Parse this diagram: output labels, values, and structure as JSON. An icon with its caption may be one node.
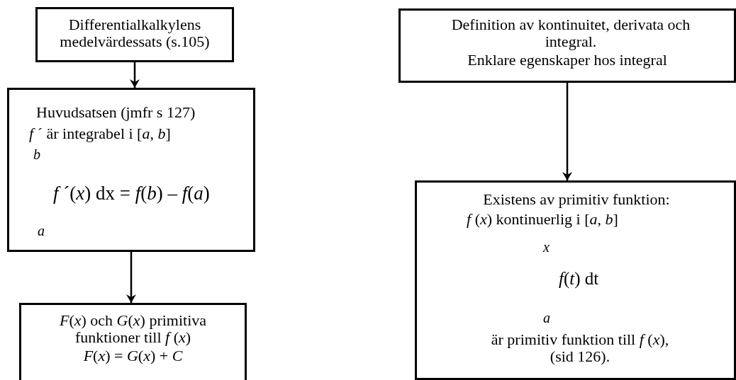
{
  "diagram": {
    "nodes": [
      {
        "text": [
          "Differentialkalkylens medelvärdessats (s.105)"
        ]
      },
      {
        "text": [
          "Huvudsatsen (jmfr s 127)",
          "*f* ´ är integrabel i [*a*, *b*]",
          "b",
          "*f* ´(*x*) dx = *f*(*b*) – *f*(*a*)",
          "a"
        ]
      },
      {
        "text": [
          "*F*(*x*) och *G*(*x*)  primitiva funktioner till *f* (*x*)",
          "*F*(*x*) = *G*(*x*) + *C*"
        ]
      },
      {
        "text": [
          "Definition av kontinuitet, derivata och integral.",
          "Enklare egenskaper hos integral"
        ]
      },
      {
        "text": [
          "Existens av primitiv funktion:",
          "*f* (*x*) kontinuerlig i [*a*, *b*]",
          "x",
          "*f*(*t*) dt",
          "a",
          "är primitiv funktion till *f* (*x*), (sid 126)."
        ]
      }
    ],
    "edges": [
      {
        "from": 0,
        "to": 1,
        "arrow": "to"
      },
      {
        "from": 1,
        "to": 2,
        "arrow": "to"
      },
      {
        "from": 3,
        "to": 4,
        "arrow": "to"
      }
    ]
  }
}
